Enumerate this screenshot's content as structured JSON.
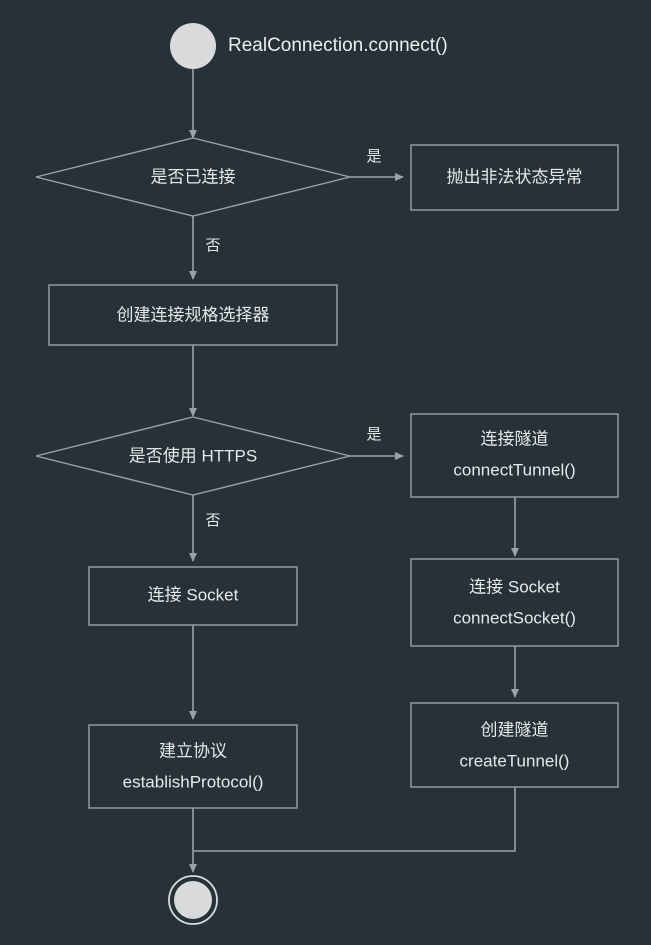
{
  "diagram": {
    "title": "RealConnection.connect() flowchart",
    "background_color": "#263238",
    "line_color": "#9aa2a8",
    "text_color": "#e6e8ea",
    "node_fill_color": "#d8dadb",
    "start": {
      "kind": "start-circle",
      "label": "RealConnection.connect()"
    },
    "end": {
      "kind": "end-circle",
      "label": ""
    },
    "decisions": [
      {
        "id": "is-connected",
        "text": "是否已连接",
        "yes_label": "是",
        "no_label": "否"
      },
      {
        "id": "use-https",
        "text": "是否使用 HTTPS",
        "yes_label": "是",
        "no_label": "否"
      }
    ],
    "processes": [
      {
        "id": "throw-illegal-state",
        "line1": "抛出非法状态异常",
        "line2": ""
      },
      {
        "id": "create-conn-spec-selector",
        "line1": "创建连接规格选择器",
        "line2": ""
      },
      {
        "id": "connect-tunnel",
        "line1": "连接隧道",
        "line2": "connectTunnel()"
      },
      {
        "id": "connect-socket-right",
        "line1": "连接 Socket",
        "line2": "connectSocket()"
      },
      {
        "id": "create-tunnel",
        "line1": "创建隧道",
        "line2": "createTunnel()"
      },
      {
        "id": "connect-socket-left",
        "line1": "连接 Socket",
        "line2": ""
      },
      {
        "id": "establish-protocol",
        "line1": "建立协议",
        "line2": "establishProtocol()"
      }
    ],
    "edge_labels": {
      "is_connected_yes": "是",
      "is_connected_no": "否",
      "use_https_yes": "是",
      "use_https_no": "否"
    }
  }
}
